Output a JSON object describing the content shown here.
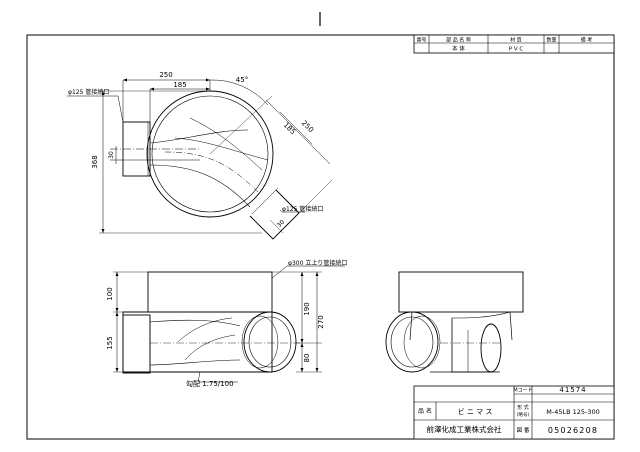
{
  "parts_table": {
    "headers": {
      "no": "番号",
      "part_name": "部 品 名 称",
      "material": "材 質",
      "qty": "数量",
      "remarks": "備 考"
    },
    "rows": [
      {
        "part_name": "本 体",
        "material": "P V C"
      }
    ]
  },
  "dimensions": {
    "top_width_outer": "250",
    "top_width_inner": "185",
    "angle": "45°",
    "diag_inner": "185",
    "diag_outer": "250",
    "height_total": "368",
    "offset": "30",
    "pipe_left_label": "φ125 管接続口",
    "pipe_right_label": "φ125 管接続口",
    "small_30": "30",
    "riser_label": "φ300 立上り管接続口",
    "front_h_top": "100",
    "front_h_bottom": "155",
    "side_190": "190",
    "side_270": "270",
    "side_80": "80",
    "slope": "勾配 1.75/100"
  },
  "title_block": {
    "code_label": "Mコード",
    "code_value": "41574",
    "name_label": "品 名",
    "name_value": "ビ ニ マ ス",
    "model_label": "形 式",
    "model_sub": "(略号)",
    "model_value": "M-45LB 125-300",
    "company": "前澤化成工業株式会社",
    "doc_label": "図 番",
    "doc_value": "05026208"
  }
}
